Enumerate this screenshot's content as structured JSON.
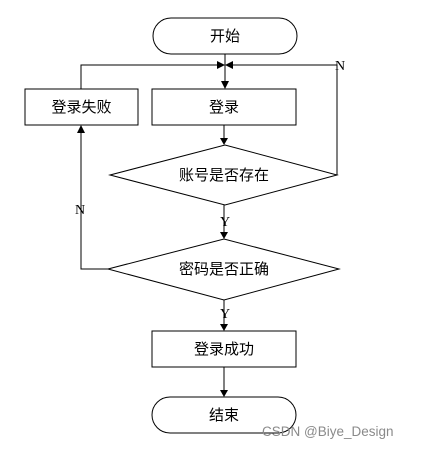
{
  "flowchart": {
    "nodes": {
      "start": "开始",
      "login": "登录",
      "login_failed": "登录失败",
      "account_exists": "账号是否存在",
      "password_correct": "密码是否正确",
      "login_success": "登录成功",
      "end": "结束"
    },
    "edges": {
      "account_no": "N",
      "account_yes": "Y",
      "password_no": "N",
      "password_yes": "Y"
    }
  },
  "watermark": "CSDN @Biye_Design",
  "colors": {
    "stroke": "#000000",
    "fill": "#ffffff",
    "watermark": "#8a8a8a"
  }
}
